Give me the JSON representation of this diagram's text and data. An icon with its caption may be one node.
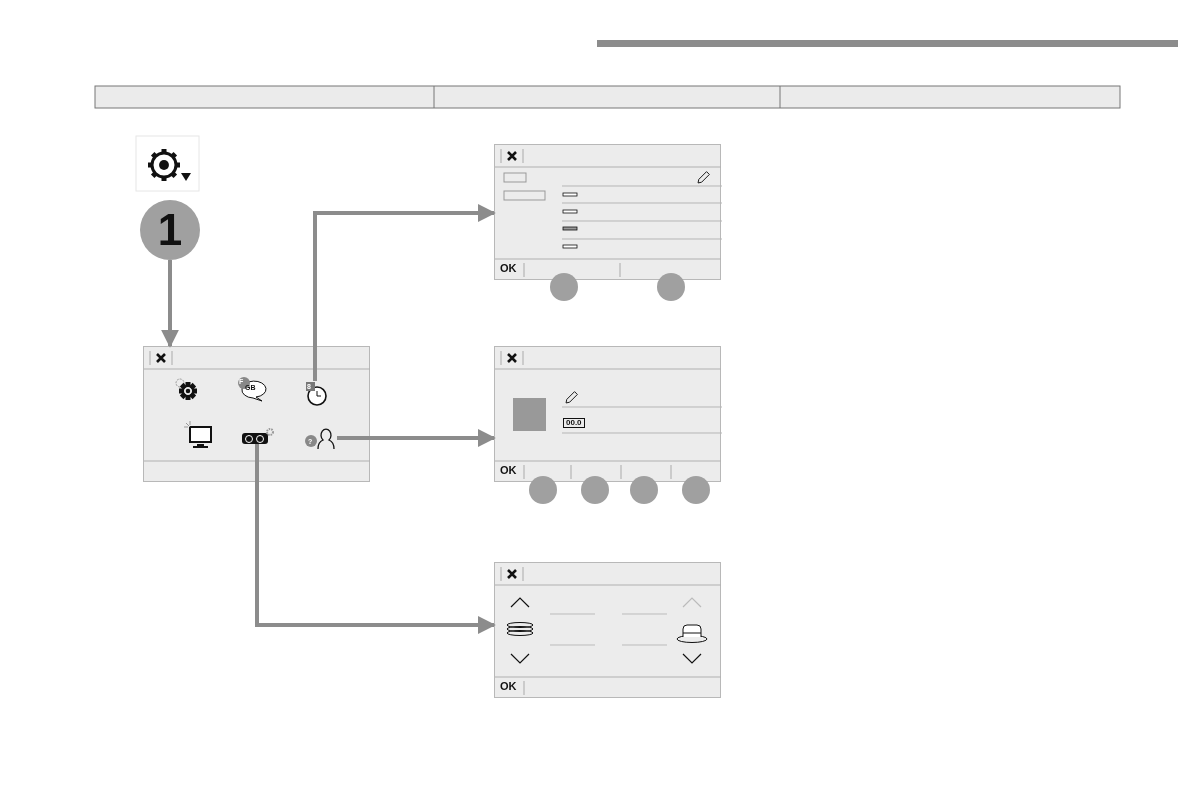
{
  "diagram": {
    "nodes": [
      {
        "text": [
          "1"
        ]
      },
      {
        "text": [],
        "shape": "box"
      },
      {
        "text": [],
        "shape": "picture",
        "in": 1
      },
      {
        "text": [],
        "shape": "picture",
        "in": 1
      },
      {
        "text": [],
        "shape": "picture",
        "in": 1
      },
      {
        "text": [
          "OK"
        ]
      },
      {
        "text": [],
        "shape": "circle"
      },
      {
        "text": [],
        "shape": "circle"
      },
      {
        "text": [
          "OK"
        ]
      },
      {
        "text": [],
        "shape": "circle"
      },
      {
        "text": [],
        "shape": "circle"
      },
      {
        "text": [],
        "shape": "circle"
      },
      {
        "text": [],
        "shape": "circle"
      },
      {
        "text": [
          "OK"
        ]
      }
    ],
    "edges": [
      {
        "from": 0,
        "to": 1,
        "arrow": "to"
      },
      {
        "from": 2,
        "to": 5,
        "arrow": "to"
      },
      {
        "from": 3,
        "to": 8,
        "arrow": "to"
      },
      {
        "from": 4,
        "to": 13,
        "arrow": "to"
      }
    ],
    "labels": [
      "F",
      "GB",
      "8",
      "?",
      "00.0"
    ]
  }
}
